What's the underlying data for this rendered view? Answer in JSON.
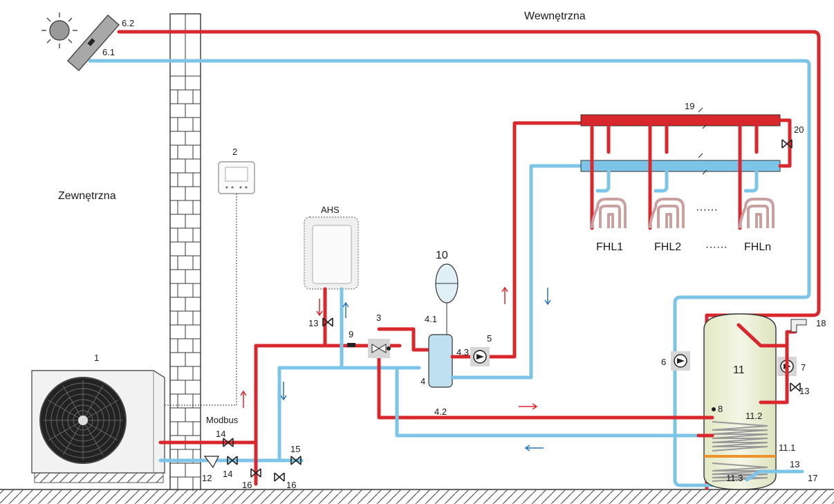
{
  "zones": {
    "outside": "Zewnętrzna",
    "inside": "Wewnętrzna"
  },
  "labels": {
    "unit": "1",
    "controller": "2",
    "three_way_valve": "3",
    "buffer": "4",
    "buffer_top": "4.1",
    "buffer_bottom": "4.2",
    "buffer_out": "4.3",
    "pump_heating": "5",
    "pump_dhw": "6",
    "solar_in": "6.1",
    "solar_out": "6.2",
    "pump_circ": "7",
    "sensor": "8",
    "sensor2": "9",
    "expansion": "10",
    "tank": "11",
    "coil_1": "11.1",
    "coil_2": "11.2",
    "coil_3": "11.3",
    "filter": "12",
    "check_valve": "13",
    "valve": "14",
    "valve_drain": "15",
    "valve_16": "16",
    "cold_water": "17",
    "tap": "18",
    "manifold": "19",
    "bypass_valve": "20",
    "aux_heat": "AHS",
    "modbus": "Modbus",
    "fhl1": "FHL1",
    "fhl2": "FHL2",
    "fhln": "FHLn",
    "dots": "······"
  },
  "colors": {
    "hot": "#d9272e",
    "cold": "#7cc5e8",
    "tank": "#eef2d8"
  },
  "icons": [
    "sun-icon",
    "solar-panel-icon",
    "heat-pump-icon",
    "controller-icon",
    "pump-icon",
    "valve-icon",
    "expansion-vessel-icon",
    "tap-icon"
  ]
}
